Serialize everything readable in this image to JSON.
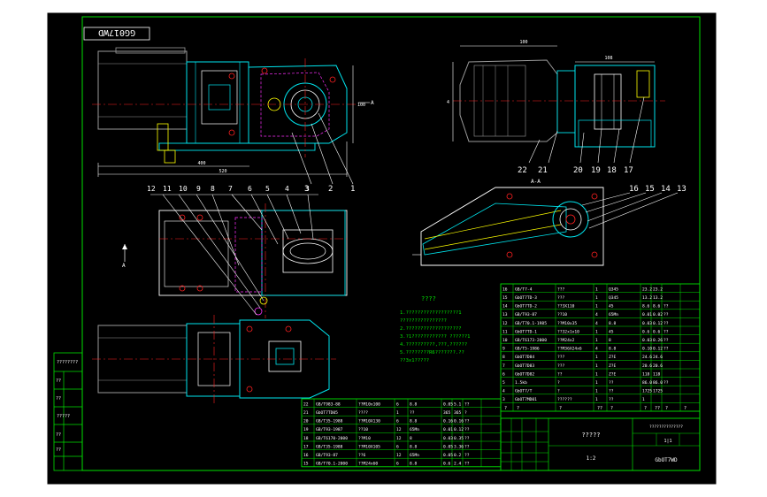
{
  "title_box": "GG017WD",
  "section_label": "A-A",
  "view_arrow_label": "A",
  "dims": {
    "d1": "4",
    "d2": "1/1",
    "d3": "100",
    "d4": "400",
    "d5": "520",
    "d6": "4",
    "d7": "100",
    "d8": "108"
  },
  "callouts_front": [
    "3",
    "2",
    "1"
  ],
  "callouts_plan": [
    "12",
    "11",
    "10",
    "9",
    "8",
    "7",
    "6",
    "5",
    "4",
    "3"
  ],
  "callouts_side": [
    "22",
    "21",
    "20",
    "19",
    "18",
    "17"
  ],
  "callouts_section": [
    "16",
    "15",
    "14",
    "13"
  ],
  "notes_title": "????",
  "notes_lines": [
    "1.??????????????????1",
    "  ????????????????",
    "2.???????????????????",
    "3.?1???????????? ??????1",
    "4.??????????,???,??????",
    "5.????????R6???????.??",
    "  ??3x1?????"
  ],
  "left_strip": [
    "????????",
    "??",
    "??",
    "?????",
    "??",
    "??"
  ],
  "upper_parts": [
    [
      "16",
      "GB/T7-4",
      "???",
      "1",
      "Q345",
      "23.2",
      "23.2",
      ""
    ],
    [
      "15",
      "GbOT7TD-3",
      "???",
      "1",
      "Q345",
      "13.2",
      "13.2",
      ""
    ],
    [
      "14",
      "GbOT7TD-2",
      "??3X110",
      "1",
      "45",
      "8.6",
      "8.6",
      "??"
    ],
    [
      "13",
      "GB/T93-87",
      "??10",
      "4",
      "65Mn",
      "0.01",
      "0.02",
      "??"
    ],
    [
      "12",
      "GB/T70.1-1985",
      "??M10x35",
      "4",
      "8.8",
      "0.03",
      "0.12",
      "??"
    ],
    [
      "11",
      "GbOT7TD-1",
      "??32x1x10",
      "1",
      "45",
      "0.6",
      "0.6",
      "??"
    ],
    [
      "10",
      "GB/T6173-2000",
      "??M24x2",
      "1",
      "8",
      "0.03",
      "0.26",
      "??"
    ],
    [
      "9",
      "GB/T5-1986",
      "??M36X24x6",
      "4",
      "8.8",
      "0.10",
      "0.12",
      "??"
    ],
    [
      "8",
      "GbOT7D84",
      "???",
      "1",
      "Z?E",
      "24.6",
      "24.6",
      ""
    ],
    [
      "7",
      "GbOT7D83",
      "???",
      "1",
      "Z?E",
      "20.6",
      "20.6",
      ""
    ],
    [
      "6",
      "GbOT7D82",
      "??",
      "1",
      "Z?E",
      "118",
      "118",
      ""
    ],
    [
      "5",
      "1.5kb",
      "?",
      "1",
      "??",
      "86.0",
      "86.0",
      "??"
    ],
    [
      "4",
      "GbOT7/T",
      "?",
      "1",
      "??",
      "1725",
      "1725",
      ""
    ],
    [
      "3",
      "GbOT7MD01",
      "??????",
      "1",
      "??",
      "1",
      "",
      ""
    ]
  ],
  "upper_header": [
    "?",
    "?",
    "?",
    "??",
    "?",
    "?",
    "??",
    "?",
    "?"
  ],
  "lower_parts": [
    [
      "22",
      "GB/T983-88",
      "??M10x100",
      "6",
      "8.8",
      "0.05",
      "5.1",
      "??"
    ],
    [
      "21",
      "GbOT7TD05",
      "????",
      "1",
      "??",
      "365",
      "365",
      "?"
    ],
    [
      "20",
      "GB/T35-1988",
      "??M10X130",
      "6",
      "8.8",
      "0.16",
      "0.16",
      "??"
    ],
    [
      "19",
      "GB/T93-1987",
      "??10",
      "12",
      "65Mn",
      "0.01",
      "0.12",
      "??"
    ],
    [
      "18",
      "GB/T6170-2000",
      "??M10",
      "12",
      "8",
      "0.03",
      "0.35",
      "??"
    ],
    [
      "17",
      "GB/T35-1988",
      "??M10X105",
      "6",
      "8.8",
      "0.05",
      "3.36",
      "??"
    ],
    [
      "16",
      "GB/T93-87",
      "??6",
      "12",
      "65Mn",
      "0.05",
      "0.2",
      "??"
    ],
    [
      "15",
      "GB/T70.1-2000",
      "??M24x60",
      "6",
      "8.8",
      "0.6",
      "2.4",
      "??"
    ]
  ],
  "title_block": {
    "name": "?????",
    "drawing_no": "GbOT7WD",
    "scale": "1:2",
    "code": "??????????????",
    "sheet": "1|1",
    "sign_row": [
      "?",
      "?",
      "?",
      "?",
      "?"
    ]
  },
  "colors": {
    "bg": "#000000",
    "frame": "#ffffff",
    "table": "#00e000",
    "geom": "#00e5ee",
    "center": "#ff2020",
    "dim": "#ffffff",
    "hidden": "#ff30ff",
    "misc": "#ffff00",
    "motor": "#9a9a9a"
  }
}
